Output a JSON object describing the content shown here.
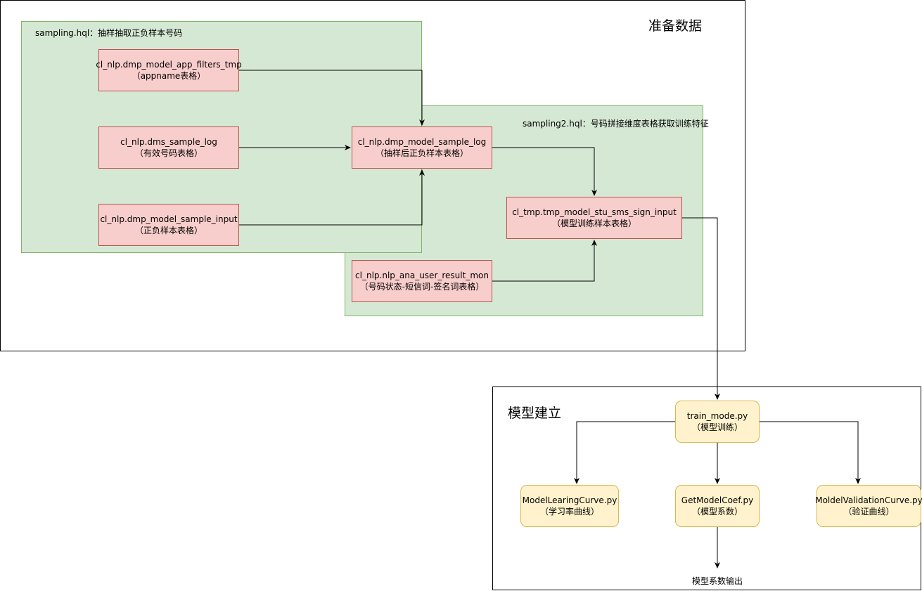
{
  "prep": {
    "title": "准备数据",
    "group1_label": "sampling.hql：抽样抽取正负样本号码",
    "group2_label": "sampling2.hql：号码拼接维度表格获取训练特征"
  },
  "nodes": {
    "app_filters": {
      "line1": "cl_nlp.dmp_model_app_filters_tmp",
      "line2": "（appname表格）"
    },
    "dms_sample": {
      "line1": "cl_nlp.dms_sample_log",
      "line2": "（有效号码表格）"
    },
    "sample_input": {
      "line1": "cl_nlp.dmp_model_sample_input",
      "line2": "（正负样本表格）"
    },
    "sample_log": {
      "line1": "cl_nlp.dmp_model_sample_log",
      "line2": "（抽样后正负样本表格）"
    },
    "user_result": {
      "line1": "cl_nlp.nlp_ana_user_result_mon",
      "line2": "（号码状态-短信词-签名词表格）"
    },
    "sms_sign": {
      "line1": "cl_tmp.tmp_model_stu_sms_sign_input",
      "line2": "（模型训练样本表格）"
    },
    "train": {
      "line1": "train_mode.py",
      "line2": "（模型训练）"
    },
    "learning": {
      "line1": "ModelLearingCurve.py",
      "line2": "（学习率曲线）"
    },
    "coef": {
      "line1": "GetModelCoef.py",
      "line2": "（模型系数）"
    },
    "validation": {
      "line1": "MoldelValidationCurve.py",
      "line2": "（验证曲线）"
    }
  },
  "model": {
    "title": "模型建立",
    "output_label": "模型系数输出"
  }
}
